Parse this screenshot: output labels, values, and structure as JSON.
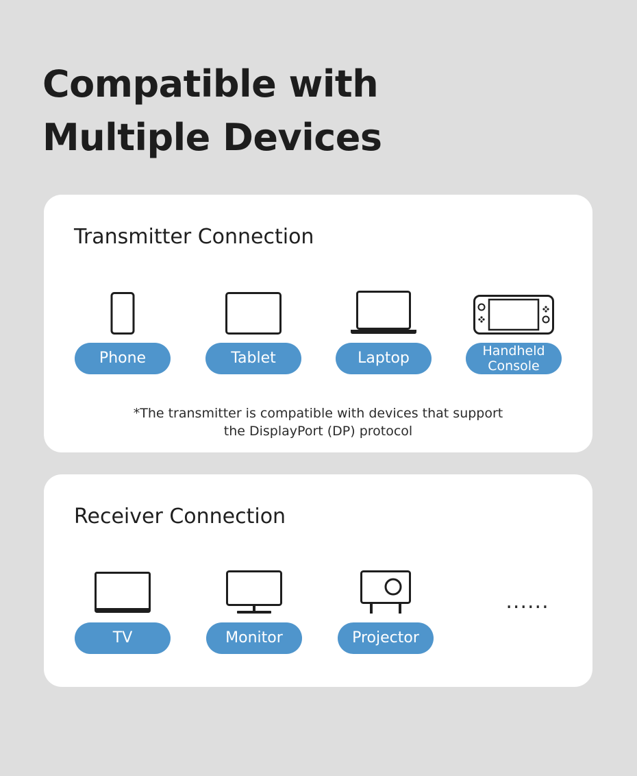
{
  "heading": {
    "line1": "Compatible with",
    "line2": "Multiple Devices"
  },
  "transmitter": {
    "title": "Transmitter Connection",
    "devices": [
      {
        "label": "Phone",
        "icon": "phone-icon"
      },
      {
        "label": "Tablet",
        "icon": "tablet-icon"
      },
      {
        "label": "Laptop",
        "icon": "laptop-icon"
      },
      {
        "label": "Handheld Console",
        "icon": "handheld-console-icon"
      }
    ],
    "note_line1": "*The transmitter is compatible with devices that support",
    "note_line2": "the DisplayPort (DP) protocol"
  },
  "receiver": {
    "title": "Receiver Connection",
    "devices": [
      {
        "label": "TV",
        "icon": "tv-icon"
      },
      {
        "label": "Monitor",
        "icon": "monitor-icon"
      },
      {
        "label": "Projector",
        "icon": "projector-icon"
      }
    ],
    "more": "......"
  },
  "colors": {
    "background": "#dedede",
    "card": "#ffffff",
    "pill": "#4f95cc",
    "text": "#1d1d1d"
  }
}
